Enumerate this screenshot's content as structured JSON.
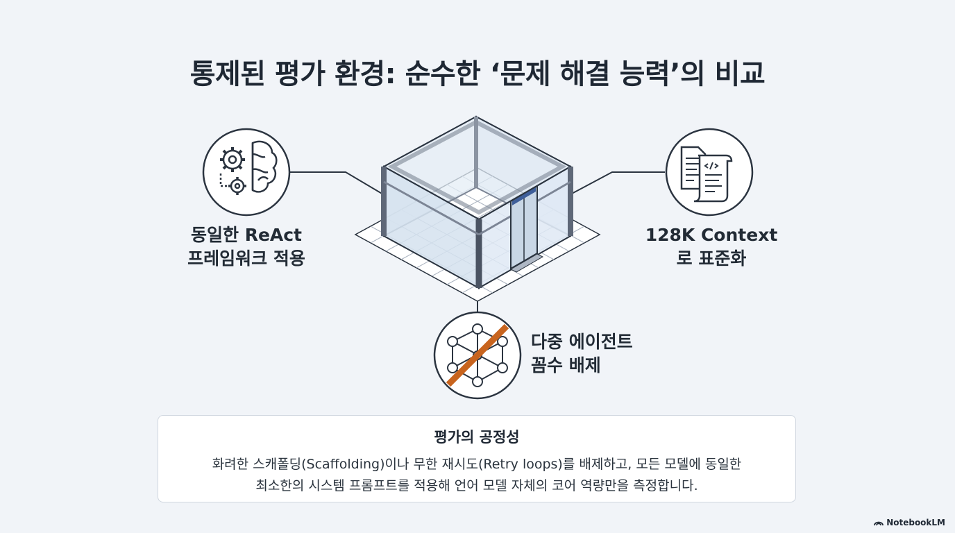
{
  "title": "통제된 평가 환경: 순수한 ‘문제 해결 능력’의 비교",
  "nodes": {
    "left": {
      "icon": "gears-brain-icon",
      "line1": "동일한 ReAct",
      "line2": "프레임워크 적용"
    },
    "right": {
      "icon": "document-code-icon",
      "line1": "128K Context",
      "line2": "로 표준화"
    },
    "bottom": {
      "icon": "multi-agent-network-prohibited-icon",
      "line1": "다중 에이전트",
      "line2": "꼼수 배제"
    }
  },
  "center": {
    "icon": "glass-room-icon"
  },
  "info": {
    "title": "평가의 공정성",
    "line1": "화려한 스캐폴딩(Scaffolding)이나 무한 재시도(Retry loops)를 배제하고, 모든 모델에 동일한",
    "line2": "최소한의 시스템 프롬프트를 적용해 언어 모델 자체의 코어 역량만을 측정합니다."
  },
  "brand": {
    "icon": "notebooklm-logo-icon",
    "label": "NotebookLM"
  },
  "colors": {
    "stroke": "#2b3440",
    "accent": "#c8641e",
    "glass": "#dfe9f3",
    "frame": "#7c8595"
  }
}
